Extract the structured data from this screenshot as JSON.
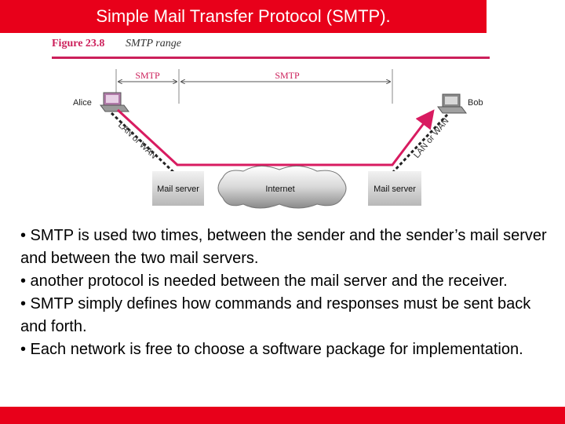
{
  "title": "Simple Mail Transfer Protocol (SMTP).",
  "figure": {
    "number": "Figure 23.8",
    "caption": "SMTP range",
    "range_label_left": "SMTP",
    "range_label_right": "SMTP",
    "alice_label": "Alice",
    "bob_label": "Bob",
    "lan_wan_left": "LAN or WAN",
    "lan_wan_right": "LAN or WAN",
    "mail_server_left": "Mail server",
    "internet_label": "Internet",
    "mail_server_right": "Mail server",
    "accent_color": "#cc1f5a",
    "line_color": "#d81b60"
  },
  "bullets": [
    "• SMTP is used two times, between the sender and the sender’s mail server and between the two mail servers.",
    "• another protocol is needed between the mail server and the receiver.",
    "• SMTP simply defines how commands and responses must be sent back and forth.",
    "• Each network is free to choose a software package for implementation."
  ],
  "colors": {
    "title_bg": "#e8001a",
    "bottom_bar": "#e8001a"
  }
}
